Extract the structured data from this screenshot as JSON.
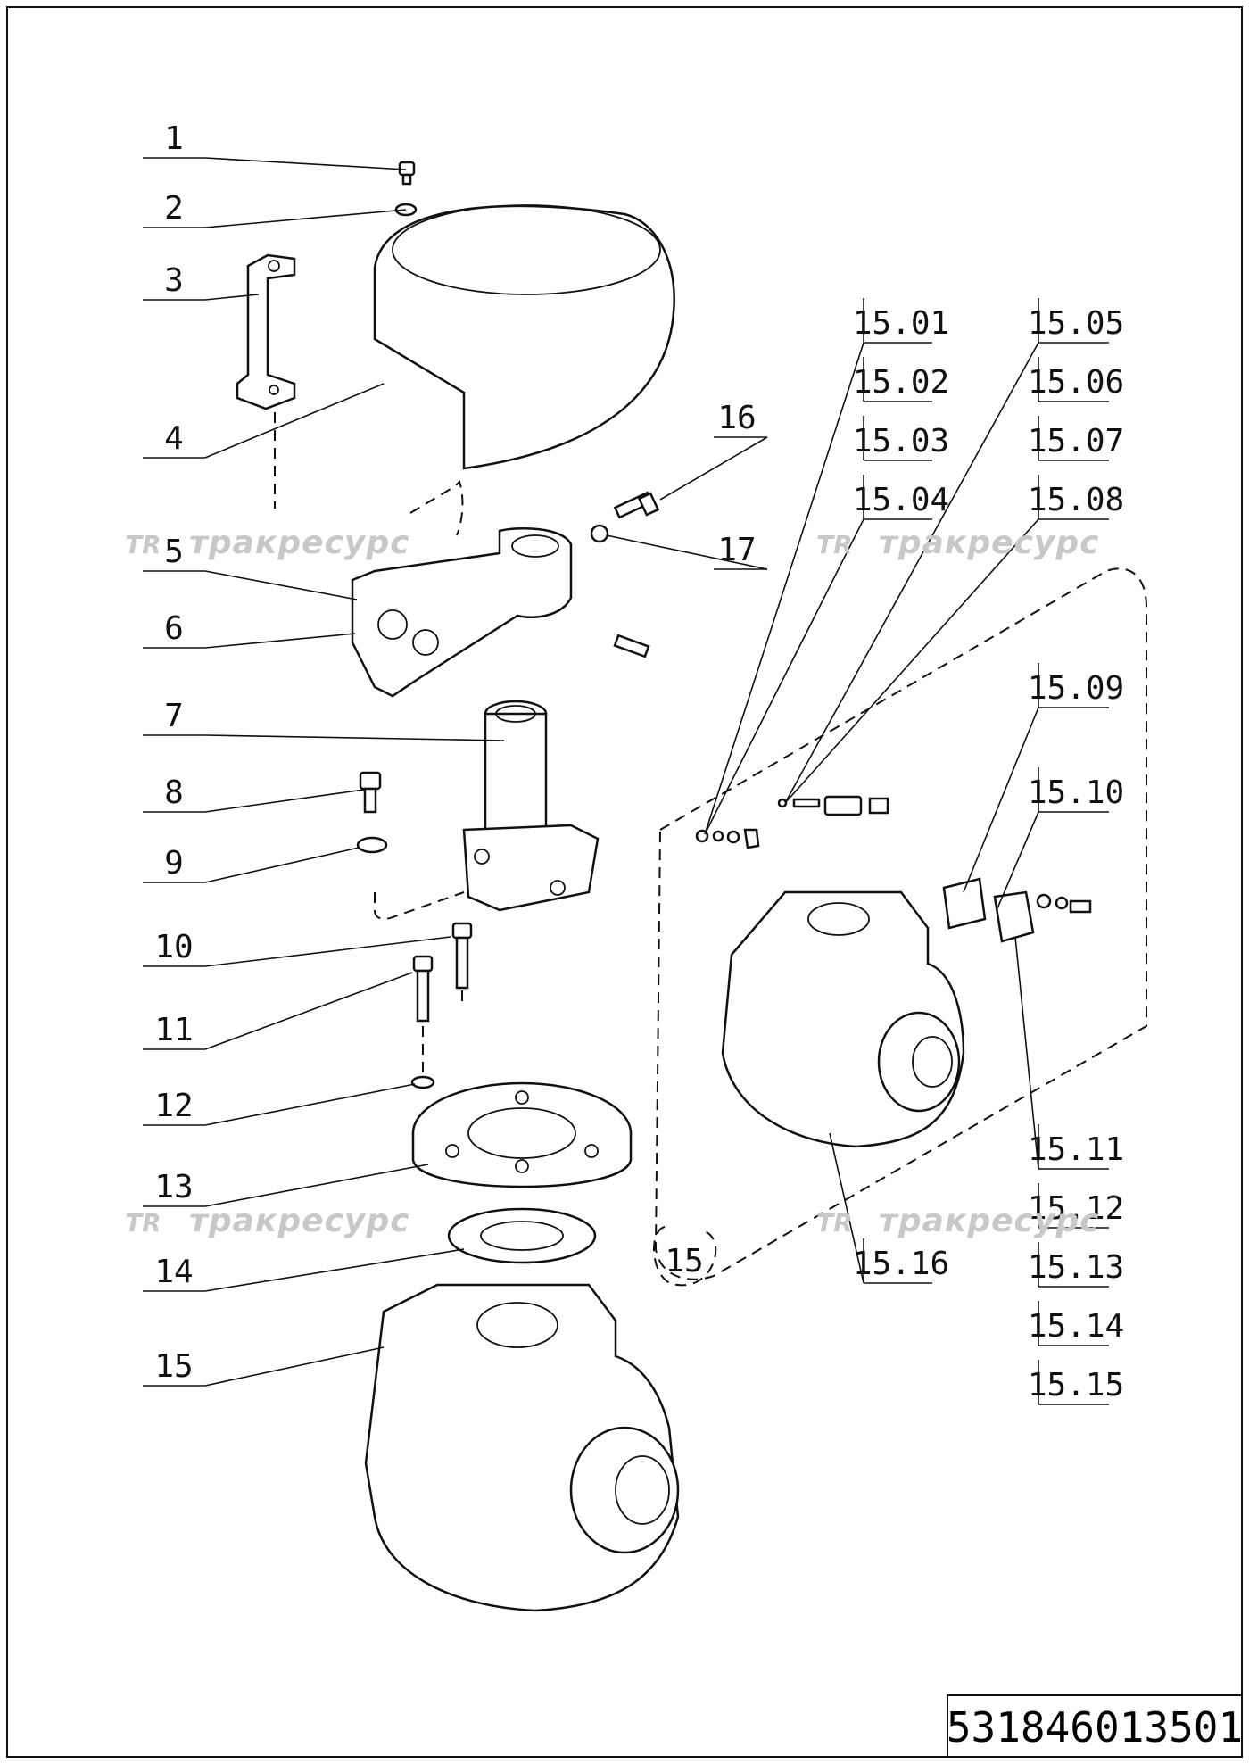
{
  "drawing": {
    "part_number": "531846013501",
    "watermark_text": "тракресурс",
    "watermark_logo": "TR",
    "callouts_left": [
      "1",
      "2",
      "3",
      "4",
      "5",
      "6",
      "7",
      "8",
      "9",
      "10",
      "11",
      "12",
      "13",
      "14",
      "15"
    ],
    "callouts_upper": [
      "16",
      "17"
    ],
    "callouts_subassembly": [
      "15.01",
      "15.02",
      "15.03",
      "15.04",
      "15.05",
      "15.06",
      "15.07",
      "15.08",
      "15.09",
      "15.10",
      "15.11",
      "15.12",
      "15.13",
      "15.14",
      "15.15",
      "15.16"
    ],
    "subassembly_tag": "15"
  }
}
